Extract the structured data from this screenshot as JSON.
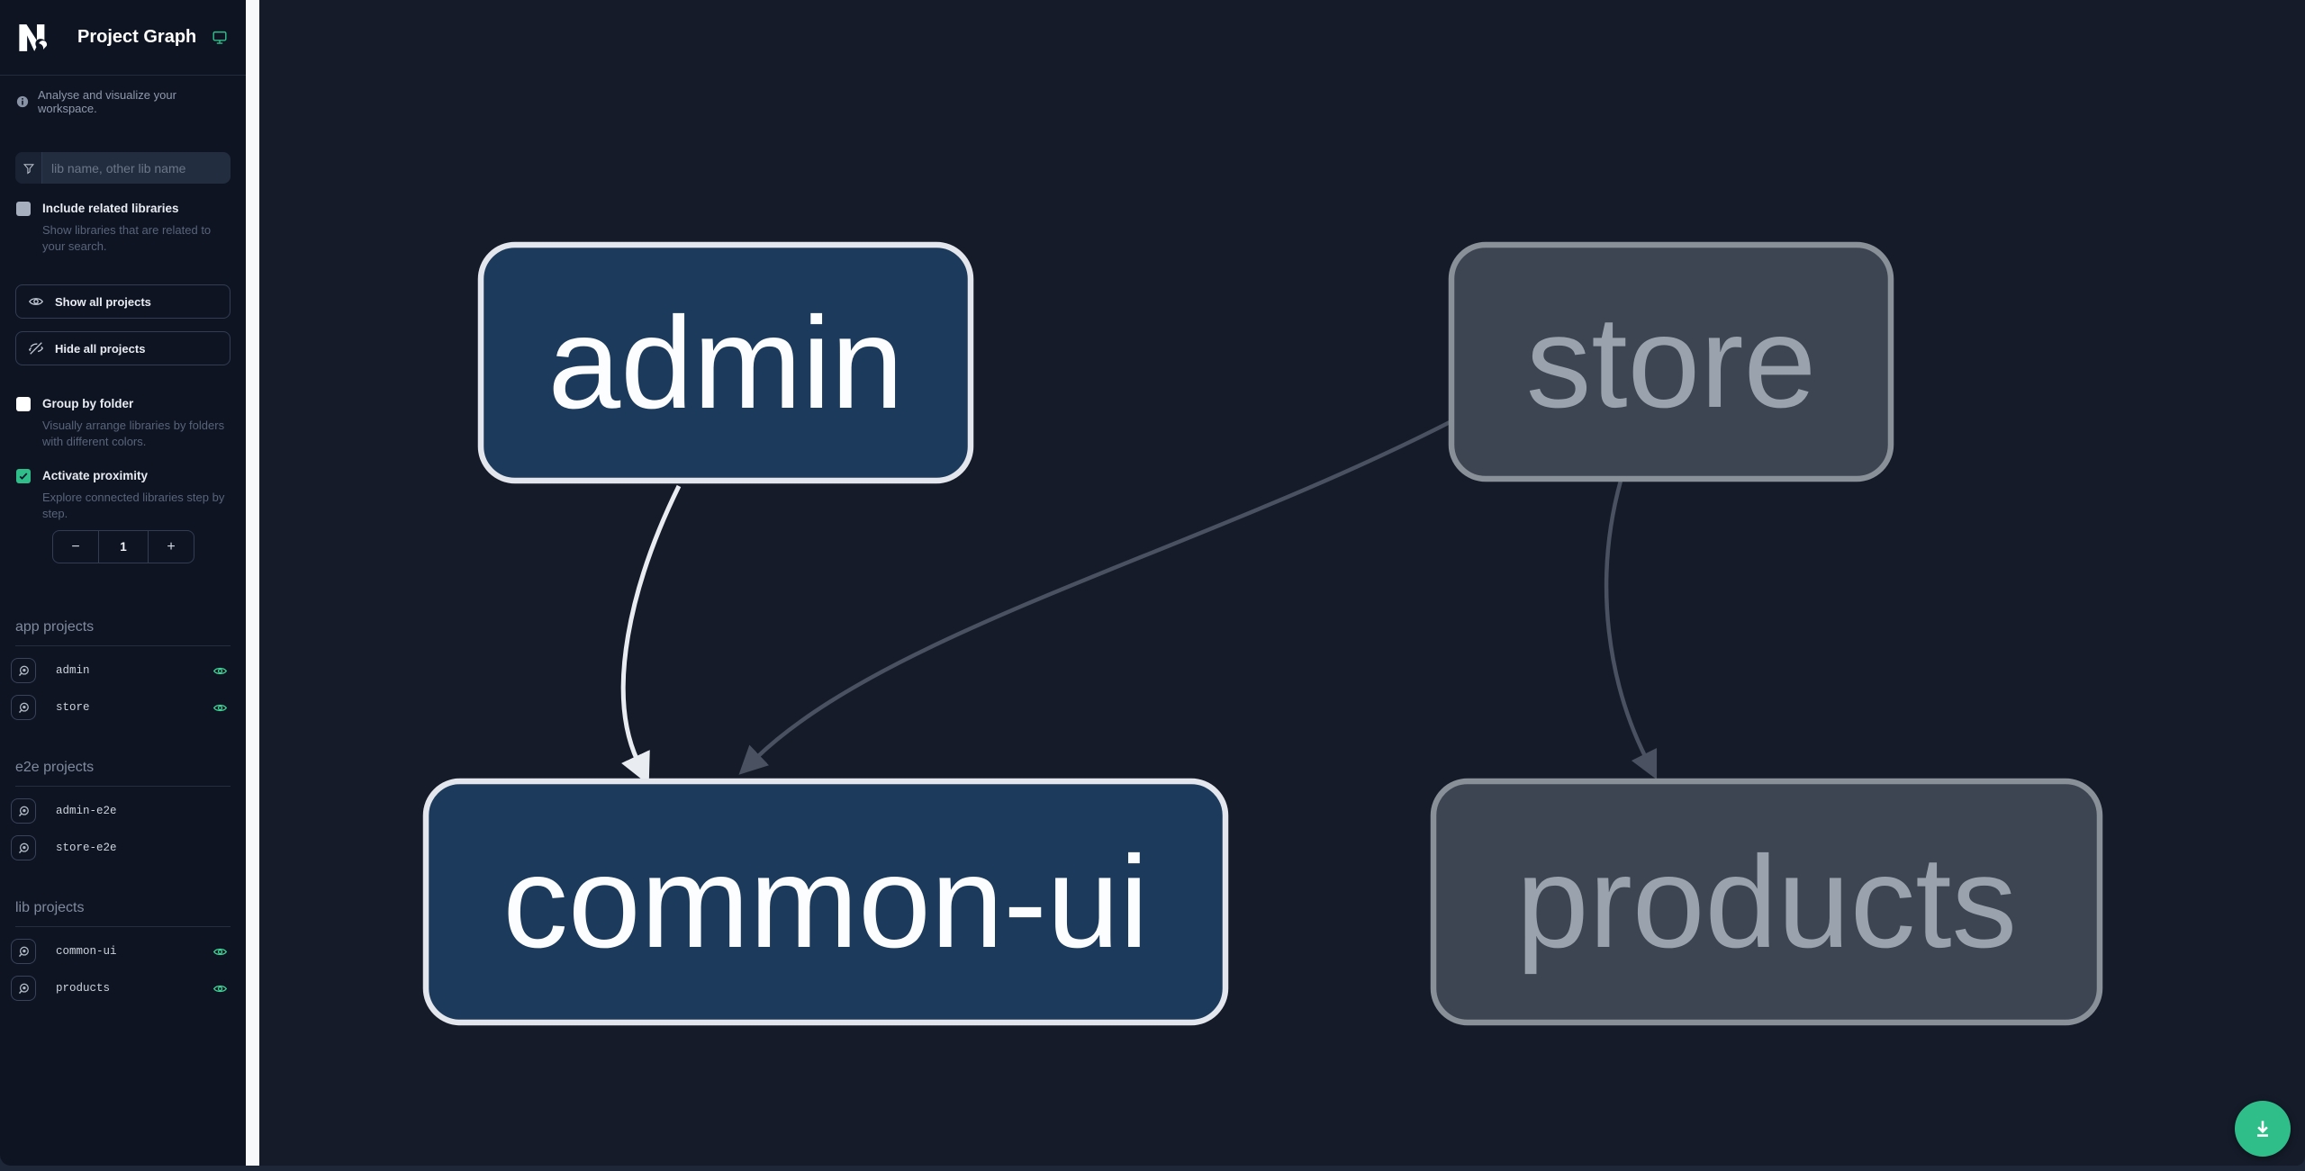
{
  "header": {
    "title": "Project Graph"
  },
  "sidebar": {
    "tagline": "Analyse and visualize your workspace.",
    "filter_placeholder": "lib name, other lib name",
    "toggles": [
      {
        "label": "Include related libraries",
        "description": "Show libraries that are related to your search.",
        "checked": false
      },
      {
        "label": "Group by folder",
        "description": "Visually arrange libraries by folders with different colors.",
        "checked": false
      },
      {
        "label": "Activate proximity",
        "description": "Explore connected libraries step by step.",
        "checked": true
      }
    ],
    "show_all_label": "Show all projects",
    "hide_all_label": "Hide all projects",
    "stepper": {
      "decrement": "−",
      "value": "1",
      "increment": "+"
    },
    "sections": [
      {
        "title": "app projects",
        "items": [
          {
            "name": "admin",
            "eye": true
          },
          {
            "name": "store",
            "eye": true
          }
        ]
      },
      {
        "title": "e2e projects",
        "items": [
          {
            "name": "admin-e2e",
            "eye": false
          },
          {
            "name": "store-e2e",
            "eye": false
          }
        ]
      },
      {
        "title": "lib projects",
        "items": [
          {
            "name": "common-ui",
            "eye": true
          },
          {
            "name": "products",
            "eye": true
          }
        ]
      }
    ]
  },
  "graph": {
    "nodes": [
      {
        "id": "admin",
        "label": "admin",
        "state": "focused"
      },
      {
        "id": "store",
        "label": "store",
        "state": "dimmed"
      },
      {
        "id": "common-ui",
        "label": "common-ui",
        "state": "focused"
      },
      {
        "id": "products",
        "label": "products",
        "state": "dimmed"
      }
    ],
    "edges": [
      {
        "source": "admin",
        "target": "common-ui",
        "emphasis": "highlighted"
      },
      {
        "source": "store",
        "target": "common-ui",
        "emphasis": "dimmed"
      },
      {
        "source": "store",
        "target": "products",
        "emphasis": "dimmed"
      }
    ]
  },
  "colors": {
    "accent_green": "#2fbe8a",
    "eye_green": "#3ecf92",
    "sidebar_bg": "#0e1422",
    "canvas_bg": "#151b29",
    "divider": "#f6f8fa",
    "focused_node_fill": "#1c3a5c",
    "focused_node_border": "#e3e7ed",
    "dimmed_node_fill": "#3d4553",
    "dimmed_node_border": "#8a9097",
    "edge_highlight": "#e9edf2",
    "edge_dim": "#4a5262"
  }
}
